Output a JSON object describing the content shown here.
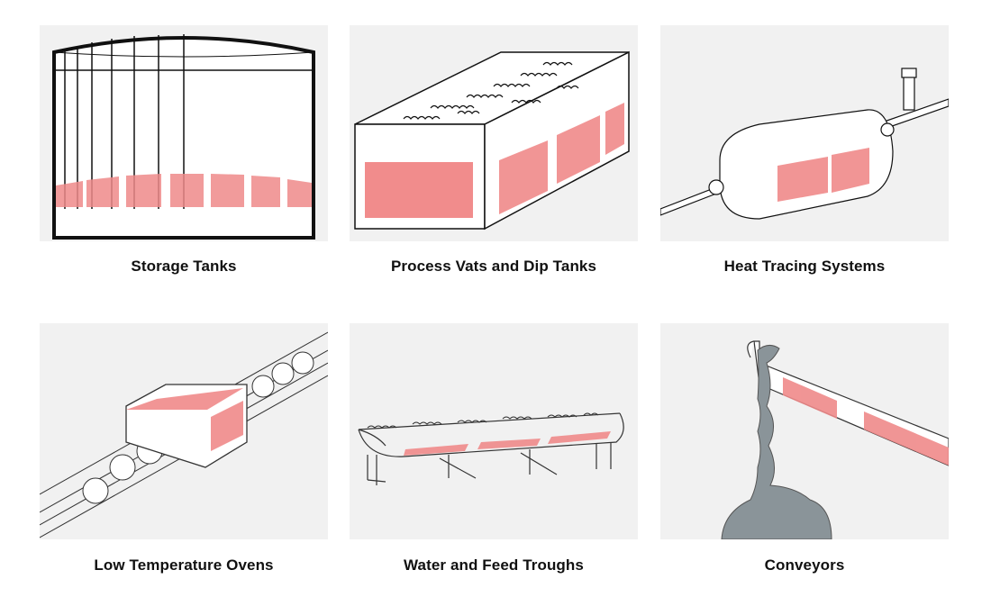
{
  "applications": [
    {
      "label": "Storage Tanks",
      "icon": "storage-tank-icon"
    },
    {
      "label": "Process Vats and Dip Tanks",
      "icon": "process-vat-icon"
    },
    {
      "label": "Heat Tracing Systems",
      "icon": "heat-tracing-icon"
    },
    {
      "label": "Low Temperature Ovens",
      "icon": "oven-conveyor-icon"
    },
    {
      "label": "Water and Feed Troughs",
      "icon": "trough-icon"
    },
    {
      "label": "Conveyors",
      "icon": "conveyor-icon"
    }
  ],
  "colors": {
    "heater": "#ef8a8a",
    "tile_bg": "#f1f1f1",
    "line": "#222222",
    "material": "#8a9499"
  }
}
